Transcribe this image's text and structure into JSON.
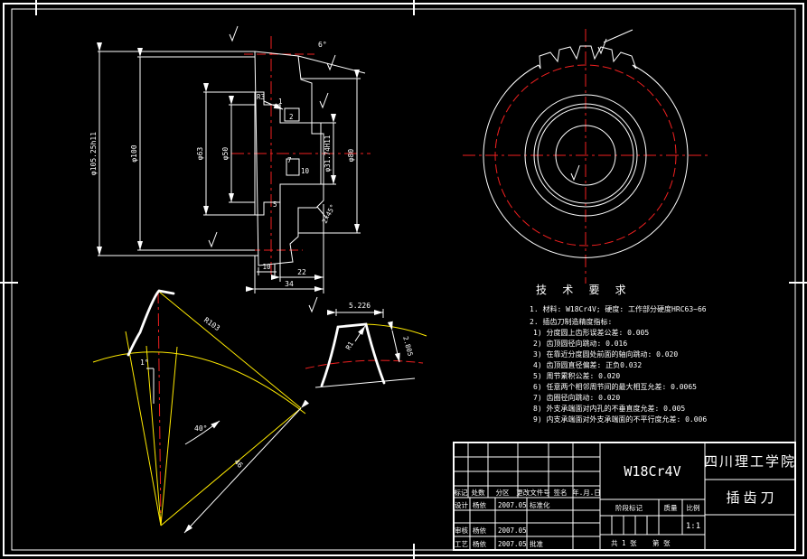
{
  "drawing": {
    "tech": {
      "title": "技 术 要 求",
      "lines": [
        "1. 材料: W18Cr4V; 硬度: 工作部分硬度HRC63~66",
        "2. 插齿刀制造精度指标:",
        "1) 分度圆上齿形误差公差: 0.005",
        "2) 齿顶圆径向跳动: 0.016",
        "3) 在靠近分度圆处前面的轴向跳动: 0.020",
        "4) 齿顶圆直径偏差: 正负0.032",
        "5) 周节累积公差: 0.020",
        "6) 任意两个相邻周节间的最大相互允差: 0.0065",
        "7) 齿圈径向跳动: 0.020",
        "8) 外支承端面对内孔的不垂直度允差: 0.005",
        "9) 内支承端面对外支承端面的不平行度允差: 0.006"
      ]
    },
    "section": {
      "d105": "φ105.25h11",
      "d100": "φ100",
      "d63": "φ63",
      "d50": "φ50",
      "bore": "φ31.74H11",
      "d80": "φ80",
      "angle": "6°",
      "chamfer": "2×45°",
      "dim22": "22",
      "dim34": "34",
      "dim10": "10",
      "n1": "1",
      "n2": "2",
      "n7": "7",
      "n10": "10",
      "n5": "5",
      "r3": "R3"
    },
    "profile": {
      "r103": "R103",
      "a40": "40°",
      "a1": "1°",
      "l46": "46"
    },
    "tooth": {
      "w": "5.226",
      "r": "R1",
      "h": "2.805"
    },
    "tb": {
      "material": "W18Cr4V",
      "school": "四川理工学院",
      "part": "插齿刀",
      "scale": "1:1",
      "cols": [
        "标记",
        "处数",
        "分区",
        "更改文件号",
        "签名",
        "年.月.日"
      ],
      "row_design": "设计",
      "row_check": "审核",
      "row_process": "工艺",
      "name1": "杨依",
      "name2": "杨依",
      "name3": "杨依",
      "date1": "2007.05",
      "date2": "2007.05",
      "date3": "2007.05",
      "std": "标准化",
      "approve": "批准",
      "stage": "阶段标记",
      "weight": "质量",
      "ratio": "比例",
      "sheets": "共 1 张",
      "page": "第   张"
    }
  }
}
